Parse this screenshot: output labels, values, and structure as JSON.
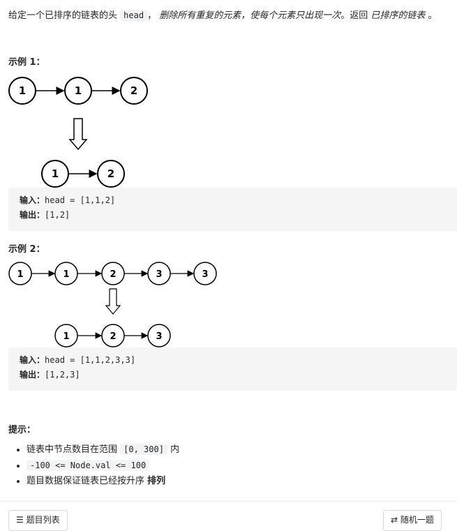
{
  "problem": {
    "intro_1": "给定一个已排序的链表的头",
    "head_code": "head",
    "intro_2": "，",
    "intro_3": "删除所有重复的元素，使每个元素只出现一次",
    "intro_4": "。返回",
    "intro_5": "已排序的链表",
    "intro_6": "。"
  },
  "example1": {
    "heading": "示例 1：",
    "input_nodes": [
      "1",
      "1",
      "2"
    ],
    "output_nodes": [
      "1",
      "2"
    ],
    "input_label": "输入：",
    "input_value": "head = [1,1,2]",
    "output_label": "输出：",
    "output_value": "[1,2]"
  },
  "example2": {
    "heading": "示例 2：",
    "input_nodes": [
      "1",
      "1",
      "2",
      "3",
      "3"
    ],
    "output_nodes": [
      "1",
      "2",
      "3"
    ],
    "input_label": "输入：",
    "input_value": "head = [1,1,2,3,3]",
    "output_label": "输出：",
    "output_value": "[1,2,3]"
  },
  "hints": {
    "heading": "提示：",
    "item1_a": "链表中节点数目在范围",
    "item1_code": "[0, 300]",
    "item1_b": "内",
    "item2_code": "-100 <= Node.val <= 100",
    "item3_a": "题目数据保证链表已经按升序",
    "item3_b": "排列"
  },
  "footer": {
    "left_button": "题目列表",
    "right_button": "随机一题"
  }
}
